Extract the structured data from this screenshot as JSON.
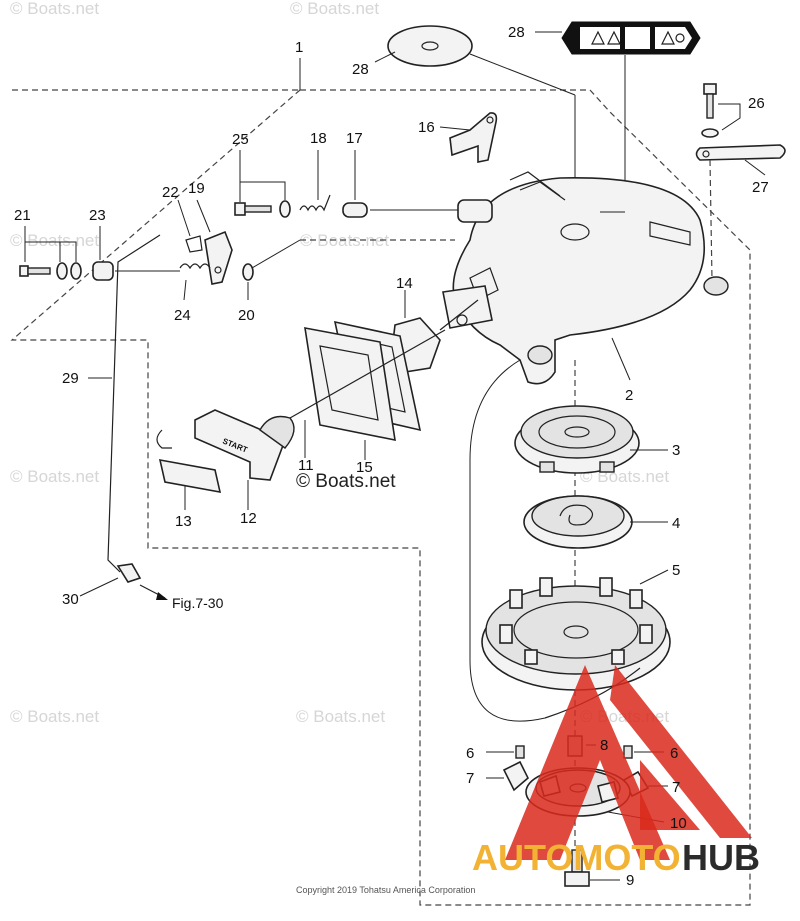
{
  "callouts": {
    "c1": "1",
    "c2": "2",
    "c3": "3",
    "c4": "4",
    "c5": "5",
    "c6a": "6",
    "c6b": "6",
    "c7a": "7",
    "c7b": "7",
    "c8": "8",
    "c9": "9",
    "c10": "10",
    "c11": "11",
    "c12": "12",
    "c13": "13",
    "c14": "14",
    "c15": "15",
    "c16": "16",
    "c17": "17",
    "c18": "18",
    "c19": "19",
    "c20": "20",
    "c21": "21",
    "c22": "22",
    "c23": "23",
    "c24": "24",
    "c25": "25",
    "c26": "26",
    "c27": "27",
    "c28a": "28",
    "c28b": "28",
    "c29": "29",
    "c30": "30"
  },
  "figure_reference": "Fig.7-30",
  "handle_label": "START",
  "watermark_text": "© Boats.net",
  "copyright": "Copyright 2019 Tohatsu America Corporation",
  "brand": {
    "part1": "AUTOMOTO",
    "part2": "HUB"
  },
  "colors": {
    "brand_red": "#d9291c",
    "brand_gold": "#f2b233",
    "brand_dark": "#2b2b2b",
    "watermark": "#d6d6d6"
  }
}
